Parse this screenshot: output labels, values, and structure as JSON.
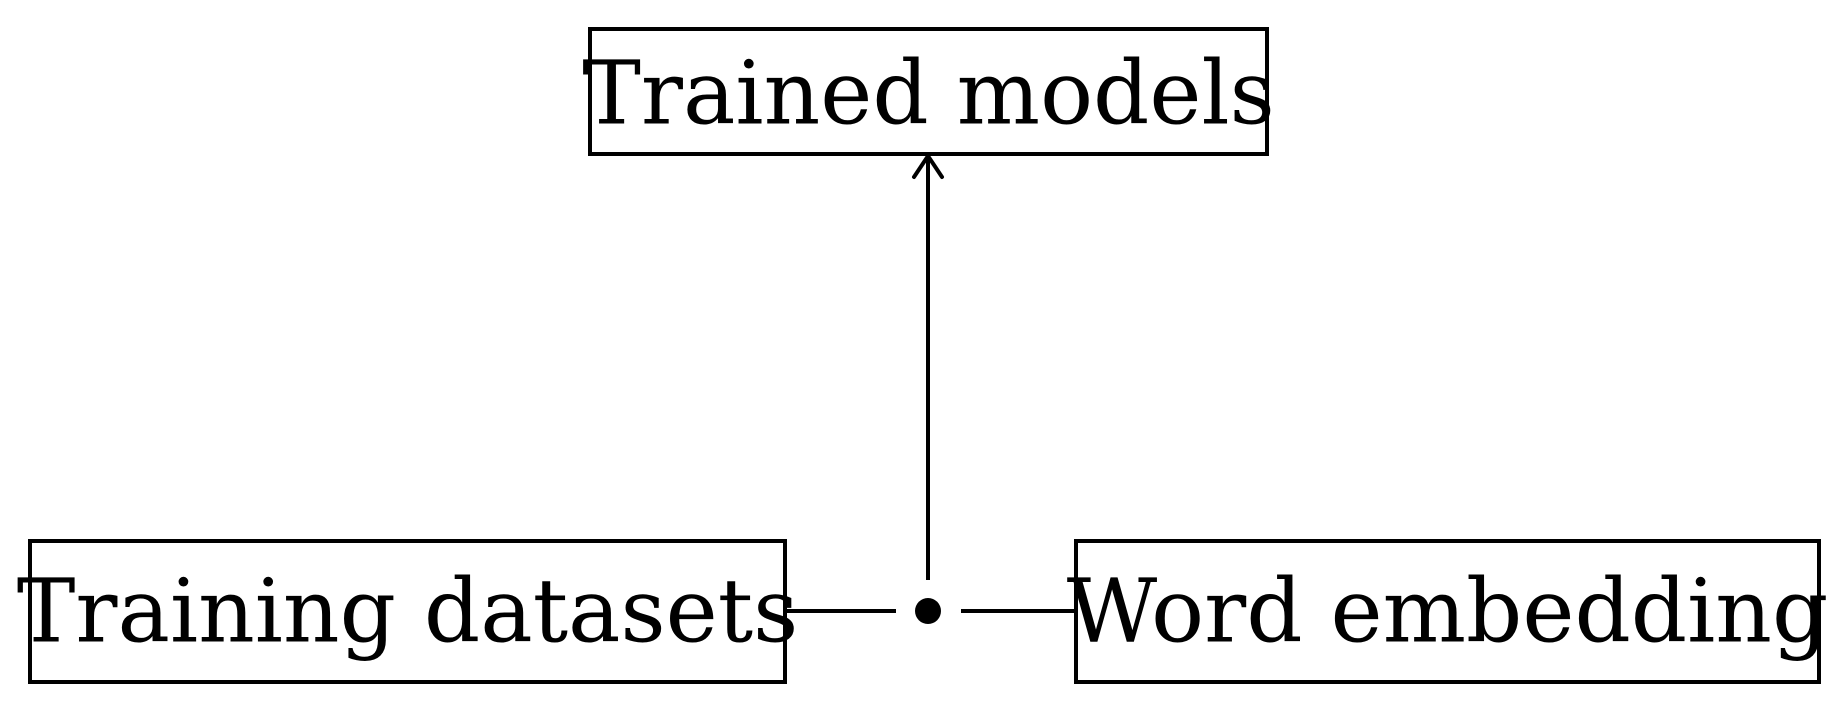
{
  "diagram": {
    "nodes": {
      "top": {
        "label": "Trained models"
      },
      "left": {
        "label": "Training datasets"
      },
      "right": {
        "label": "Word embedding"
      }
    },
    "edges": [
      {
        "from": "left",
        "to": "junction",
        "arrow": false
      },
      {
        "from": "right",
        "to": "junction",
        "arrow": false
      },
      {
        "from": "junction",
        "to": "top",
        "arrow": true
      }
    ],
    "colors": {
      "stroke": "#000000",
      "fill": "#ffffff"
    }
  }
}
